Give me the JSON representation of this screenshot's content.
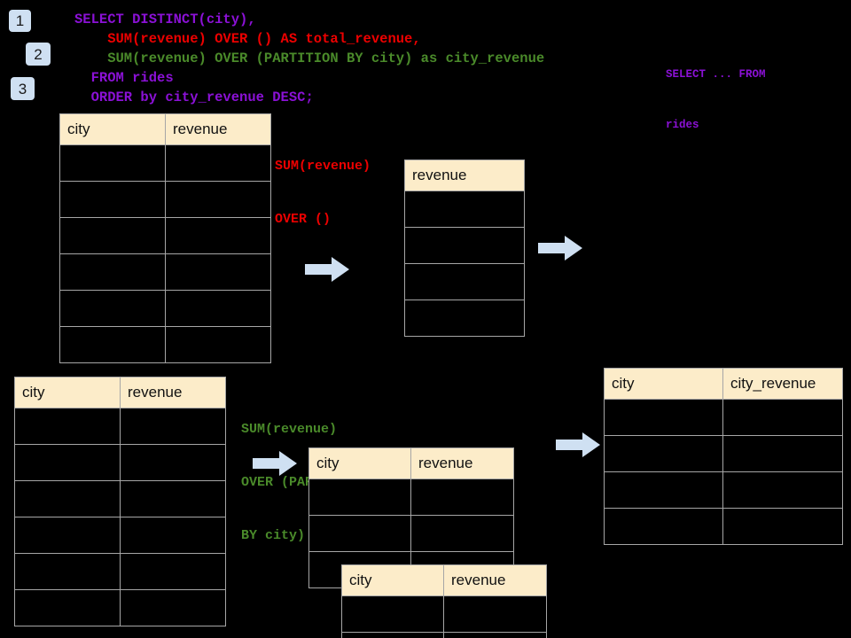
{
  "theme": {
    "background": "#000000",
    "header_fill": "#fcecc9",
    "grid_line": "#a6a6a6",
    "badge_fill": "#cfe0f2",
    "arrow_fill": "#cfe0f2",
    "sql_purple": "#8b11d6",
    "sql_red": "#ec0000",
    "sql_green": "#4a8a2a"
  },
  "badges": [
    {
      "label": "1"
    },
    {
      "label": "2"
    },
    {
      "label": "3"
    }
  ],
  "sql": {
    "lines": [
      {
        "text": "SELECT DISTINCT(city),",
        "color": "purple"
      },
      {
        "text": "    SUM(revenue) OVER () AS total_revenue,",
        "color": "red"
      },
      {
        "text": "    SUM(revenue) OVER (PARTITION BY city) as city_revenue",
        "color": "green"
      },
      {
        "text": "  FROM rides",
        "color": "purple"
      },
      {
        "text": "  ORDER by city_revenue DESC;",
        "color": "purple"
      }
    ]
  },
  "annotations": {
    "select_from": {
      "line1": "SELECT ... FROM",
      "line2": "rides"
    },
    "sum_over_empty": {
      "line1": "SUM(revenue)",
      "line2": "OVER ()"
    },
    "sum_over_partition": {
      "line1": "SUM(revenue)",
      "line2": "OVER (PARTITION",
      "line3": "BY city)"
    }
  },
  "tables": {
    "rides_source": {
      "name": "rides-source-table",
      "headers": [
        "city",
        "revenue"
      ],
      "row_count": 6,
      "rows": [
        [
          "",
          ""
        ],
        [
          "",
          ""
        ],
        [
          "",
          ""
        ],
        [
          "",
          ""
        ],
        [
          "",
          ""
        ],
        [
          "",
          ""
        ]
      ]
    },
    "total_revenue": {
      "name": "total-revenue-table",
      "headers": [
        "revenue"
      ],
      "row_count": 4,
      "rows": [
        [
          ""
        ],
        [
          ""
        ],
        [
          ""
        ],
        [
          ""
        ]
      ]
    },
    "rides_source_2": {
      "name": "rides-source-table-partition",
      "headers": [
        "city",
        "revenue"
      ],
      "row_count": 6,
      "rows": [
        [
          "",
          ""
        ],
        [
          "",
          ""
        ],
        [
          "",
          ""
        ],
        [
          "",
          ""
        ],
        [
          "",
          ""
        ],
        [
          "",
          ""
        ]
      ]
    },
    "partition_a": {
      "name": "partition-group-a",
      "headers": [
        "city",
        "revenue"
      ],
      "row_count": 3,
      "rows": [
        [
          "",
          ""
        ],
        [
          "",
          ""
        ],
        [
          "",
          ""
        ]
      ]
    },
    "partition_b": {
      "name": "partition-group-b",
      "headers": [
        "city",
        "revenue"
      ],
      "row_count": 2,
      "rows": [
        [
          "",
          ""
        ],
        [
          "",
          ""
        ]
      ]
    },
    "city_revenue_result": {
      "name": "city-revenue-result-table",
      "headers": [
        "city",
        "city_revenue"
      ],
      "row_count": 4,
      "rows": [
        [
          "",
          ""
        ],
        [
          "",
          ""
        ],
        [
          "",
          ""
        ],
        [
          "",
          ""
        ]
      ]
    }
  },
  "arrows": [
    {
      "name": "arrow-source-to-total"
    },
    {
      "name": "arrow-total-to-next"
    },
    {
      "name": "arrow-source-to-partition"
    },
    {
      "name": "arrow-partition-to-result"
    }
  ]
}
